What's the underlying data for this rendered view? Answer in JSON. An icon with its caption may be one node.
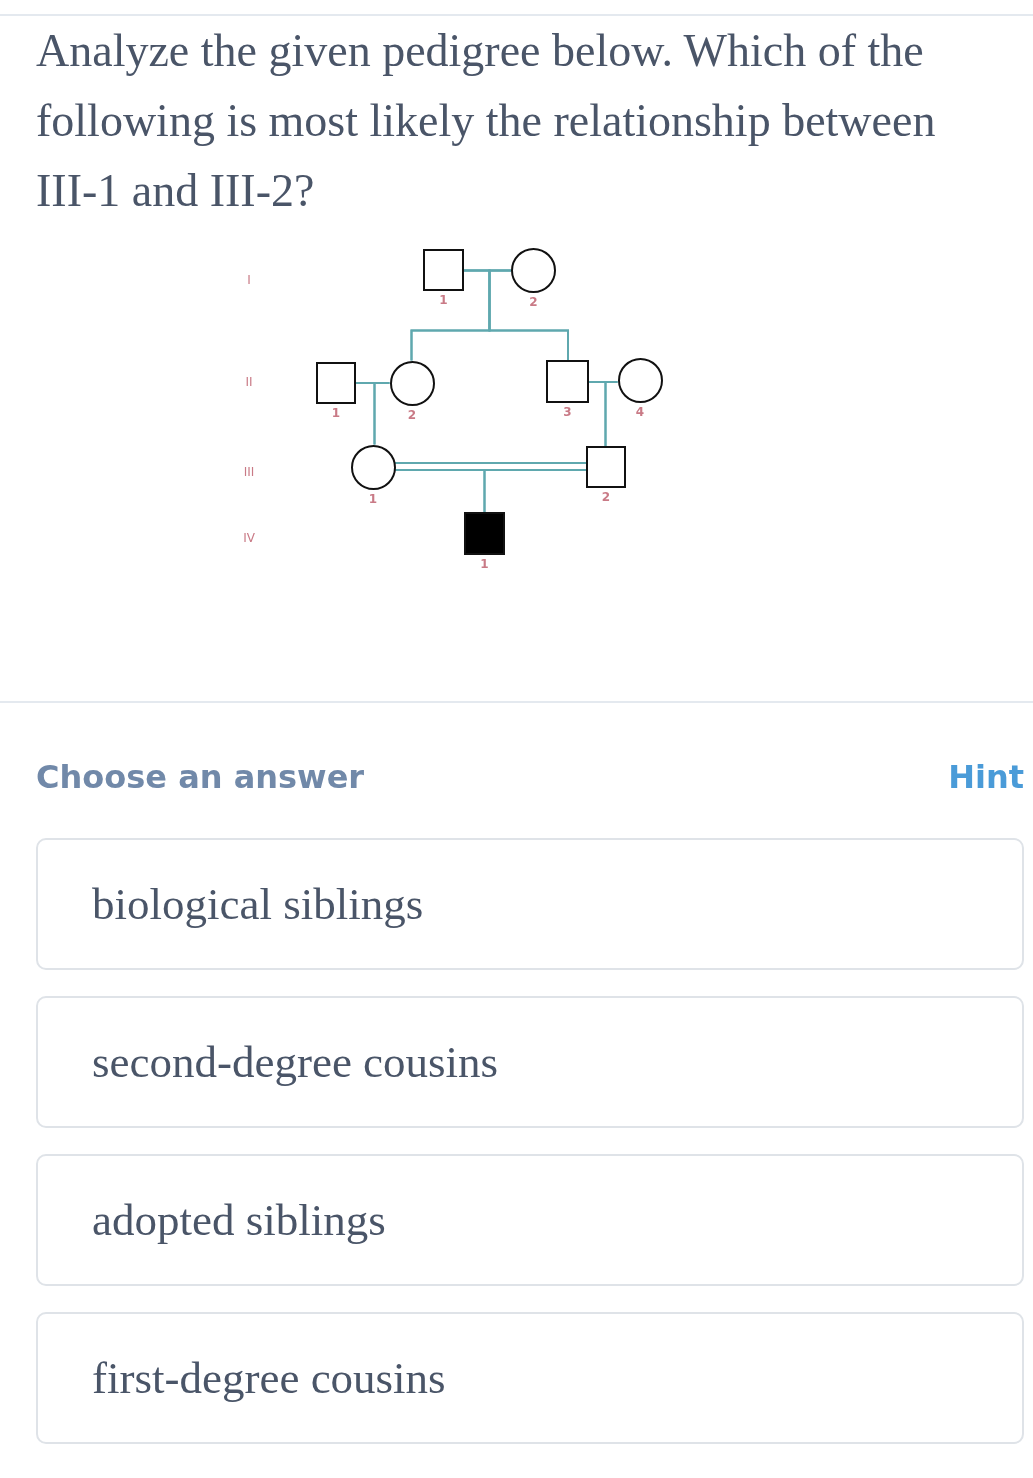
{
  "diagram": {
    "title": "Analyze the given pedigree below. Which of the following is most likely the relationship between III-1 and III-2?",
    "nodes": [
      {
        "text": [],
        "shape": "box",
        "beside": [
          "1"
        ]
      },
      {
        "text": [],
        "shape": "circle",
        "beside": [
          "2"
        ]
      },
      {
        "text": [],
        "shape": "box",
        "beside": [
          "1"
        ]
      },
      {
        "text": [],
        "shape": "circle",
        "beside": [
          "2"
        ]
      },
      {
        "text": [],
        "shape": "box",
        "beside": [
          "3"
        ]
      },
      {
        "text": [],
        "shape": "circle",
        "beside": [
          "4"
        ]
      },
      {
        "text": [],
        "shape": "circle",
        "beside": [
          "1"
        ]
      },
      {
        "text": [],
        "shape": "box",
        "beside": [
          "2"
        ]
      },
      {
        "text": [],
        "shape": "box",
        "beside": [
          "1"
        ]
      },
      {
        "text": [
          "biological siblings"
        ]
      },
      {
        "text": [
          "second-degree cousins"
        ]
      },
      {
        "text": [
          "adopted siblings"
        ]
      },
      {
        "text": [
          "first-degree cousins"
        ]
      }
    ],
    "edges": [
      {
        "from": 0,
        "to": 1,
        "arrow": "none"
      },
      {
        "from": 0,
        "to": 3,
        "arrow": "none"
      },
      {
        "from": 1,
        "to": 3,
        "arrow": "none"
      },
      {
        "from": 0,
        "to": 4,
        "arrow": "none"
      },
      {
        "from": 1,
        "to": 4,
        "arrow": "none"
      },
      {
        "from": 2,
        "to": 3,
        "arrow": "none"
      },
      {
        "from": 2,
        "to": 6,
        "arrow": "none"
      },
      {
        "from": 3,
        "to": 6,
        "arrow": "none"
      },
      {
        "from": 4,
        "to": 5,
        "arrow": "none"
      },
      {
        "from": 4,
        "to": 7,
        "arrow": "none"
      },
      {
        "from": 5,
        "to": 7,
        "arrow": "none"
      },
      {
        "from": 6,
        "to": 7,
        "arrow": "none"
      },
      {
        "from": 6,
        "to": 8,
        "arrow": "none"
      },
      {
        "from": 7,
        "to": 8,
        "arrow": "none"
      }
    ],
    "labels": [
      "I",
      "II",
      "III",
      "IV",
      "Choose an answer",
      "Hint"
    ]
  }
}
